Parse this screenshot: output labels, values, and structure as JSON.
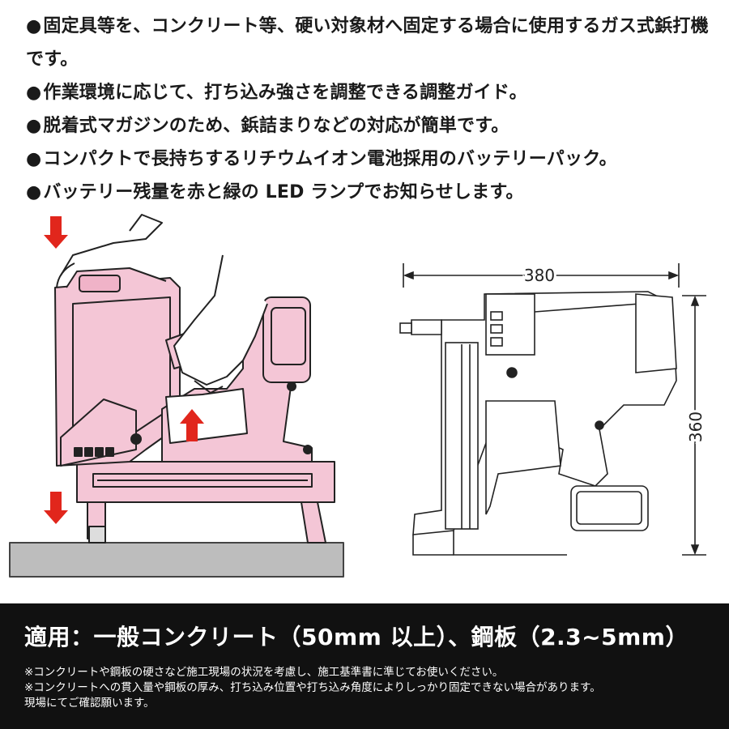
{
  "features": {
    "items": [
      "固定具等を、コンクリート等、硬い対象材へ固定する場合に使用するガス式鋲打機です。",
      "作業環境に応じて、打ち込み強さを調整できる調整ガイド。",
      "脱着式マガジンのため、鋲詰まりなどの対応が簡単です。",
      "コンパクトで長持ちするリチウムイオン電池採用のバッテリーパック。",
      "バッテリー残量を赤と緑の LED ランプでお知らせします。"
    ]
  },
  "dimensions": {
    "width_label": "380",
    "height_label": "360"
  },
  "usage": {
    "text": "適用：一般コンクリート（50mm 以上）、鋼板（2.3~5mm）"
  },
  "notes": [
    "※コンクリートや鋼板の硬さなど施工現場の状況を考慮し、施工基準書に準じてお使いください。",
    "※コンクリートへの貫入量や鋼板の厚み、打ち込み位置や打ち込み角度によりしっかり固定できない場合があります。",
    " 現場にてご確認願います。"
  ],
  "colors": {
    "tool_pink": "#f4c6d6",
    "arrow_red": "#e1261c",
    "band": "#111111"
  }
}
